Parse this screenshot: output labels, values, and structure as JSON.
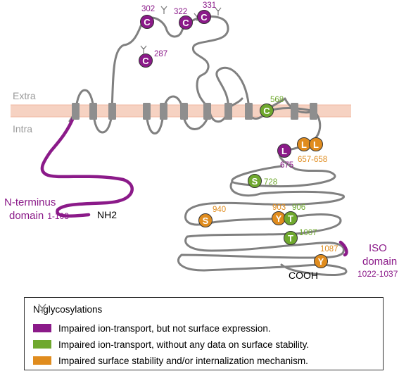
{
  "membrane": {
    "extra_label": "Extra",
    "intra_label": "Intra"
  },
  "colors": {
    "purple": "#8b1a89",
    "green": "#6fa82e",
    "orange": "#e08c1e",
    "chain": "#808080",
    "membrane": "#f6d2c2"
  },
  "domains": {
    "n_terminus": {
      "line1": "N-terminus",
      "line2": "domain",
      "range": "1-103"
    },
    "nh2": "NH2",
    "iso": {
      "line1": "ISO",
      "line2": "domain",
      "range": "1022-1037"
    },
    "cooh": "COOH"
  },
  "residues": [
    {
      "letter": "C",
      "number": "302",
      "color": "purple"
    },
    {
      "letter": "C",
      "number": "322",
      "color": "purple"
    },
    {
      "letter": "C",
      "number": "331",
      "color": "purple"
    },
    {
      "letter": "C",
      "number": "287",
      "color": "purple"
    },
    {
      "letter": "C",
      "number": "568",
      "color": "green"
    },
    {
      "letter": "L",
      "number": "675",
      "color": "purple"
    },
    {
      "letter": "L",
      "number": "",
      "color": "orange"
    },
    {
      "letter": "L",
      "number": "657-658",
      "color": "orange"
    },
    {
      "letter": "S",
      "number": "728",
      "color": "green"
    },
    {
      "letter": "S",
      "number": "940",
      "color": "orange"
    },
    {
      "letter": "Y",
      "number": "903",
      "color": "orange"
    },
    {
      "letter": "T",
      "number": "906",
      "color": "green"
    },
    {
      "letter": "T",
      "number": "1007",
      "color": "green"
    },
    {
      "letter": "Y",
      "number": "1087",
      "color": "orange"
    }
  ],
  "legend": {
    "glycosylation": "N-glycosylations",
    "purple": "Impaired ion-transport, but not surface expression.",
    "green": "Impaired ion-transport, without any data on surface stability.",
    "orange": "Impaired surface stability and/or internalization mechanism."
  }
}
